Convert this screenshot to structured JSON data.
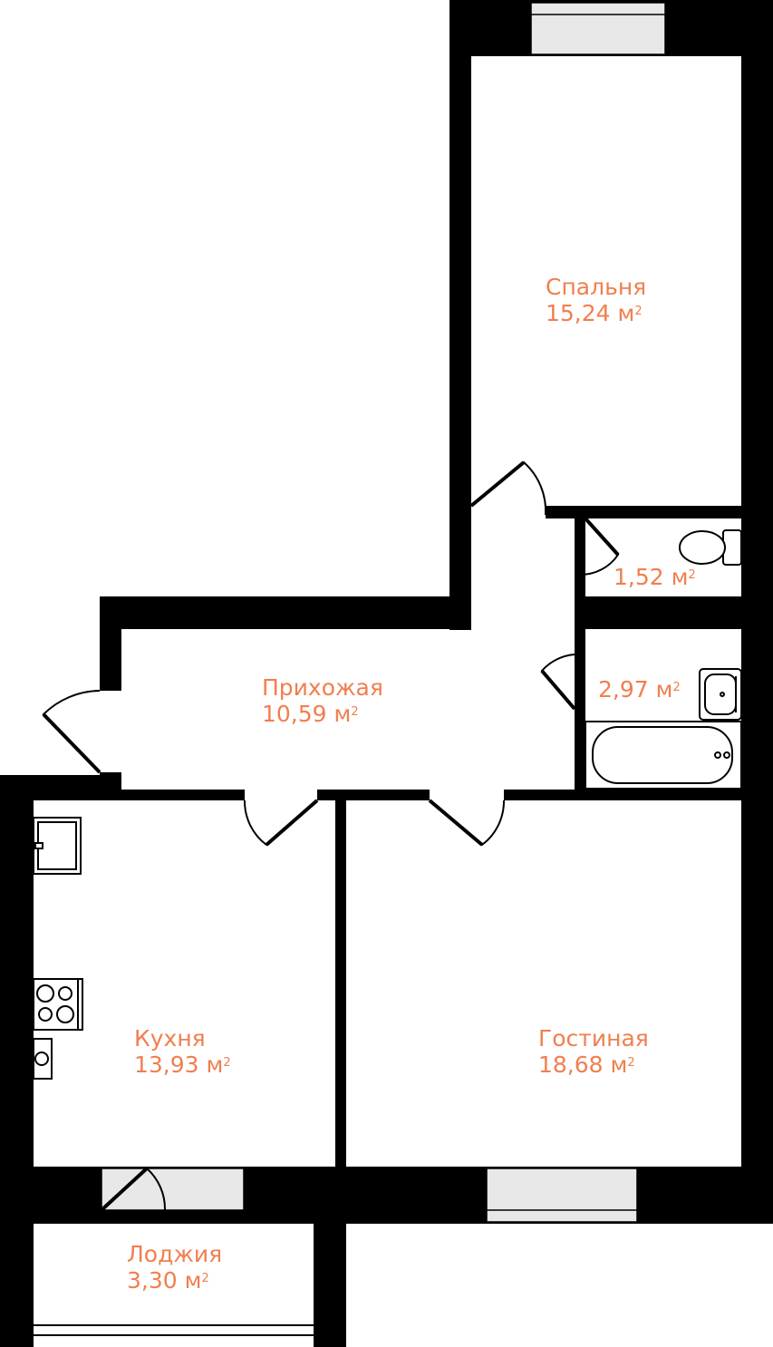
{
  "colors": {
    "wall": "#000000",
    "label": "#f07f4f",
    "fixture_fill": "#e8e8e8"
  },
  "rooms": [
    {
      "id": "bedroom",
      "name": "Спальня",
      "area": "15,24 м",
      "sup": "2"
    },
    {
      "id": "wc",
      "name": "",
      "area": "1,52 м",
      "sup": "2"
    },
    {
      "id": "bath",
      "name": "",
      "area": "2,97 м",
      "sup": "2"
    },
    {
      "id": "hall",
      "name": "Прихожая",
      "area": "10,59 м",
      "sup": "2"
    },
    {
      "id": "kitchen",
      "name": "Кухня",
      "area": "13,93 м",
      "sup": "2"
    },
    {
      "id": "living",
      "name": "Гостиная",
      "area": "18,68 м",
      "sup": "2"
    },
    {
      "id": "loggia",
      "name": "Лоджия",
      "area": "3,30 м",
      "sup": "2"
    }
  ],
  "icons": [
    "toilet-icon",
    "sink-icon",
    "bathtub-icon",
    "kitchen-sink-icon",
    "stove-icon",
    "kitchen-small-sink-icon",
    "window-icon",
    "door-icon"
  ]
}
